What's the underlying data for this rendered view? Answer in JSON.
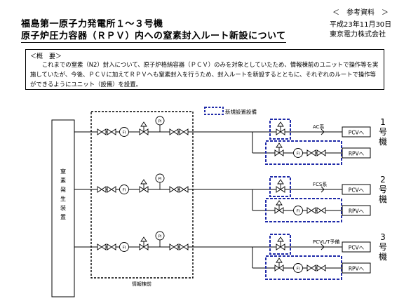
{
  "title_line1": "福島第一原子力発電所１～３号機",
  "title_line2": "原子炉圧力容器（ＲＰＶ）内への窒素封入ルート新設について",
  "reference_label": "＜　参考資料　＞",
  "date": "平成23年11月30日",
  "company": "東京電力株式会社",
  "summary": {
    "heading": "＜概　要＞",
    "body": "これまでの窒素（N2）封入について、原子炉格納容器（ＰＣＶ）のみを対象としていたため、情報棟前のユニットで操作等を実施していたが、今後、ＰＣＶに加えてＲＰＶへも窒素封入を行うため、封入ルートを新設するとともに、それぞれのルートで操作等ができるようにユニット（設備）を設置。"
  },
  "diagram": {
    "legend_new_equipment": "新規設置設備",
    "generator_label": "窒素発生装置",
    "building_label": "情報棟前",
    "instrument_flow": "FI",
    "instrument_pressure": "PI",
    "units": [
      {
        "unit_label": "1号機",
        "system_label": "AC系",
        "pcv_label": "PCVへ",
        "rpv_label": "RPVへ"
      },
      {
        "unit_label": "2号機",
        "system_label": "FCS系",
        "pcv_label": "PCVへ",
        "rpv_label": "RPVへ"
      },
      {
        "unit_label": "3号機",
        "system_label": "PCVL/T予備",
        "pcv_label": "PCVへ",
        "rpv_label": "RPVへ"
      }
    ],
    "colors": {
      "new_equipment": "#1f2aa8",
      "line": "#000000"
    }
  }
}
